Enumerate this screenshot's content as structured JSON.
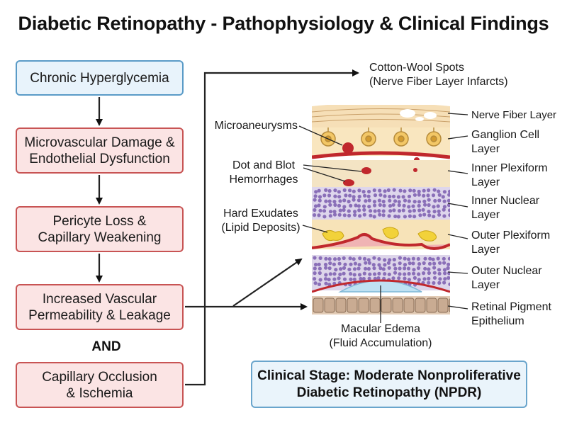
{
  "title": "Diabetic Retinopathy - Pathophysiology & Clinical Findings",
  "flow": {
    "steps": [
      "Chronic Hyperglycemia",
      "Microvascular Damage &\nEndothelial Dysfunction",
      "Pericyte Loss &\nCapillary Weakening",
      "Increased Vascular\nPermeability & Leakage",
      "Capillary Occlusion\n& Ischemia"
    ],
    "connector": "AND"
  },
  "findings": {
    "cotton_wool": "Cotton-Wool Spots\n(Nerve Fiber Layer Infarcts)",
    "microaneurysms": "Microaneurysms",
    "dot_blot": "Dot and Blot\nHemorrhages",
    "hard_exudates": "Hard Exudates\n(Lipid Deposits)",
    "macular_edema": "Macular Edema\n(Fluid Accumulation)"
  },
  "layers": [
    "Nerve Fiber Layer",
    "Ganglion Cell\nLayer",
    "Inner Plexiform\nLayer",
    "Inner Nuclear\nLayer",
    "Outer Plexiform\nLayer",
    "Outer Nuclear\nLayer",
    "Retinal Pigment\nEpithelium"
  ],
  "stage": "Clinical Stage: Moderate Nonproliferative\nDiabetic Retinopathy (NPDR)",
  "colors": {
    "flow_start_border": "#5a9bc7",
    "flow_step_border": "#c85454",
    "stage_border": "#6aa5cc",
    "hemorrhage": "#c0282d",
    "exudate": "#f2d23a",
    "nucleus": "#8a6fb8",
    "edema": "#bfe1f2"
  }
}
